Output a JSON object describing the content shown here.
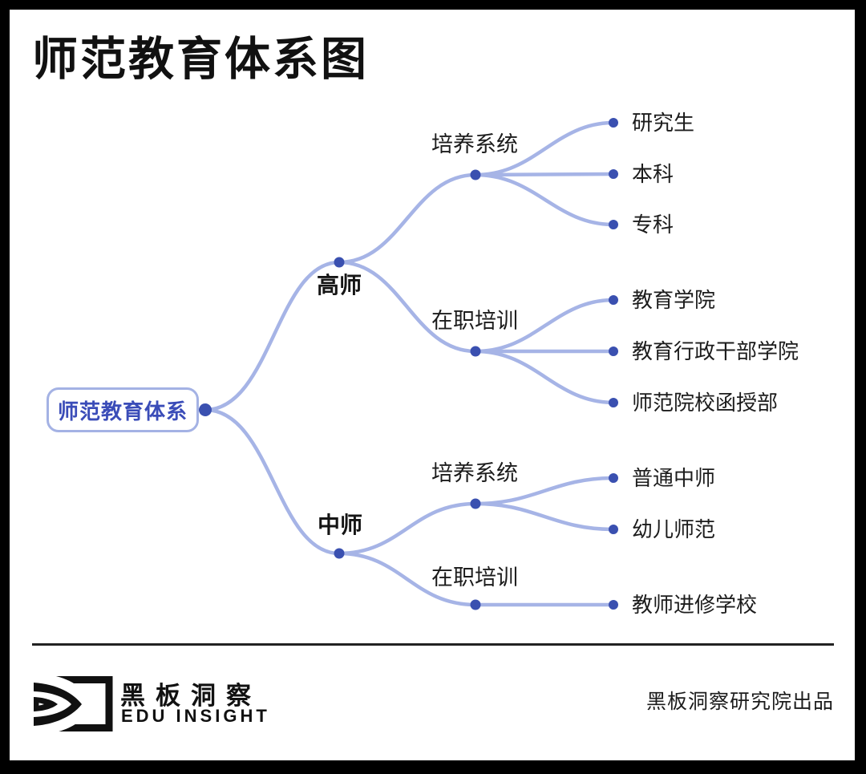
{
  "title": "师范教育体系图",
  "colors": {
    "line": "#a6b4e6",
    "dot": "#3a50b0",
    "root_text": "#3a4cb8",
    "root_border": "#a4b2e4",
    "text": "#1c1c1c",
    "frame": "#000000"
  },
  "tree": {
    "root": {
      "label": "师范教育体系"
    },
    "branches": [
      {
        "label": "高师",
        "groups": [
          {
            "label": "培养系统",
            "children": [
              "研究生",
              "本科",
              "专科"
            ]
          },
          {
            "label": "在职培训",
            "children": [
              "教育学院",
              "教育行政干部学院",
              "师范院校函授部"
            ]
          }
        ]
      },
      {
        "label": "中师",
        "groups": [
          {
            "label": "培养系统",
            "children": [
              "普通中师",
              "幼儿师范"
            ]
          },
          {
            "label": "在职培训",
            "children": [
              "教师进修学校"
            ]
          }
        ]
      }
    ]
  },
  "footer": {
    "logo_icon": "eye-logo-icon",
    "logo_cn": "黑板洞察",
    "logo_en": "EDU INSIGHT",
    "credit": "黑板洞察研究院出品"
  }
}
